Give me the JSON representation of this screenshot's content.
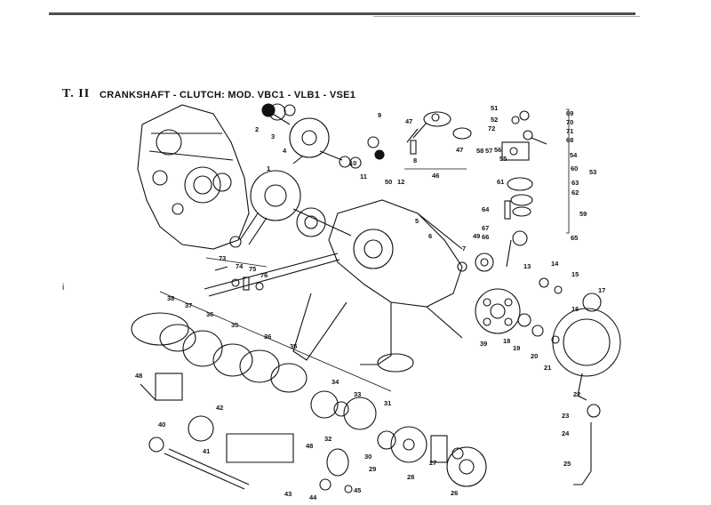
{
  "header": {
    "plate": "T. II",
    "title": "CRANKSHAFT - CLUTCH: MOD. VBC1 - VLB1 - VSE1"
  },
  "margin_mark": "i",
  "part_numbers": {
    "n1": "1",
    "n2": "2",
    "n3": "3",
    "n4": "4",
    "n5": "5",
    "n6": "6",
    "n7": "7",
    "n8": "8",
    "n9": "9",
    "n10": "10",
    "n11": "11",
    "n12": "12",
    "n13": "13",
    "n14": "14",
    "n15": "15",
    "n16": "16",
    "n17": "17",
    "n18": "18",
    "n19": "19",
    "n20": "20",
    "n21": "21",
    "n22": "22",
    "n23": "23",
    "n24": "24",
    "n25": "25",
    "n26": "26",
    "n27": "27",
    "n28": "28",
    "n29": "29",
    "n30": "30",
    "n31": "31",
    "n32": "32",
    "n33": "33",
    "n34": "34",
    "n35a": "35",
    "n35b": "35",
    "n36a": "36",
    "n36b": "36",
    "n37": "37",
    "n38": "38",
    "n39": "39",
    "n40": "40",
    "n41": "41",
    "n42": "42",
    "n43": "43",
    "n44": "44",
    "n45": "45",
    "n46": "46",
    "n47a": "47",
    "n47b": "47",
    "n48a": "48",
    "n48b": "48",
    "n49": "49",
    "n50": "50",
    "n51": "51",
    "n52": "52",
    "n53": "53",
    "n54": "54",
    "n55": "55",
    "n56": "56",
    "n57": "57",
    "n58": "58",
    "n59": "59",
    "n60": "60",
    "n61": "61",
    "n62": "62",
    "n63": "63",
    "n64": "64",
    "n65": "65",
    "n66": "66",
    "n67": "67",
    "n68": "68",
    "n69": "69",
    "n70": "70",
    "n71": "71",
    "n72": "72",
    "n73": "73",
    "n74": "74",
    "n75": "75",
    "n76": "76"
  }
}
